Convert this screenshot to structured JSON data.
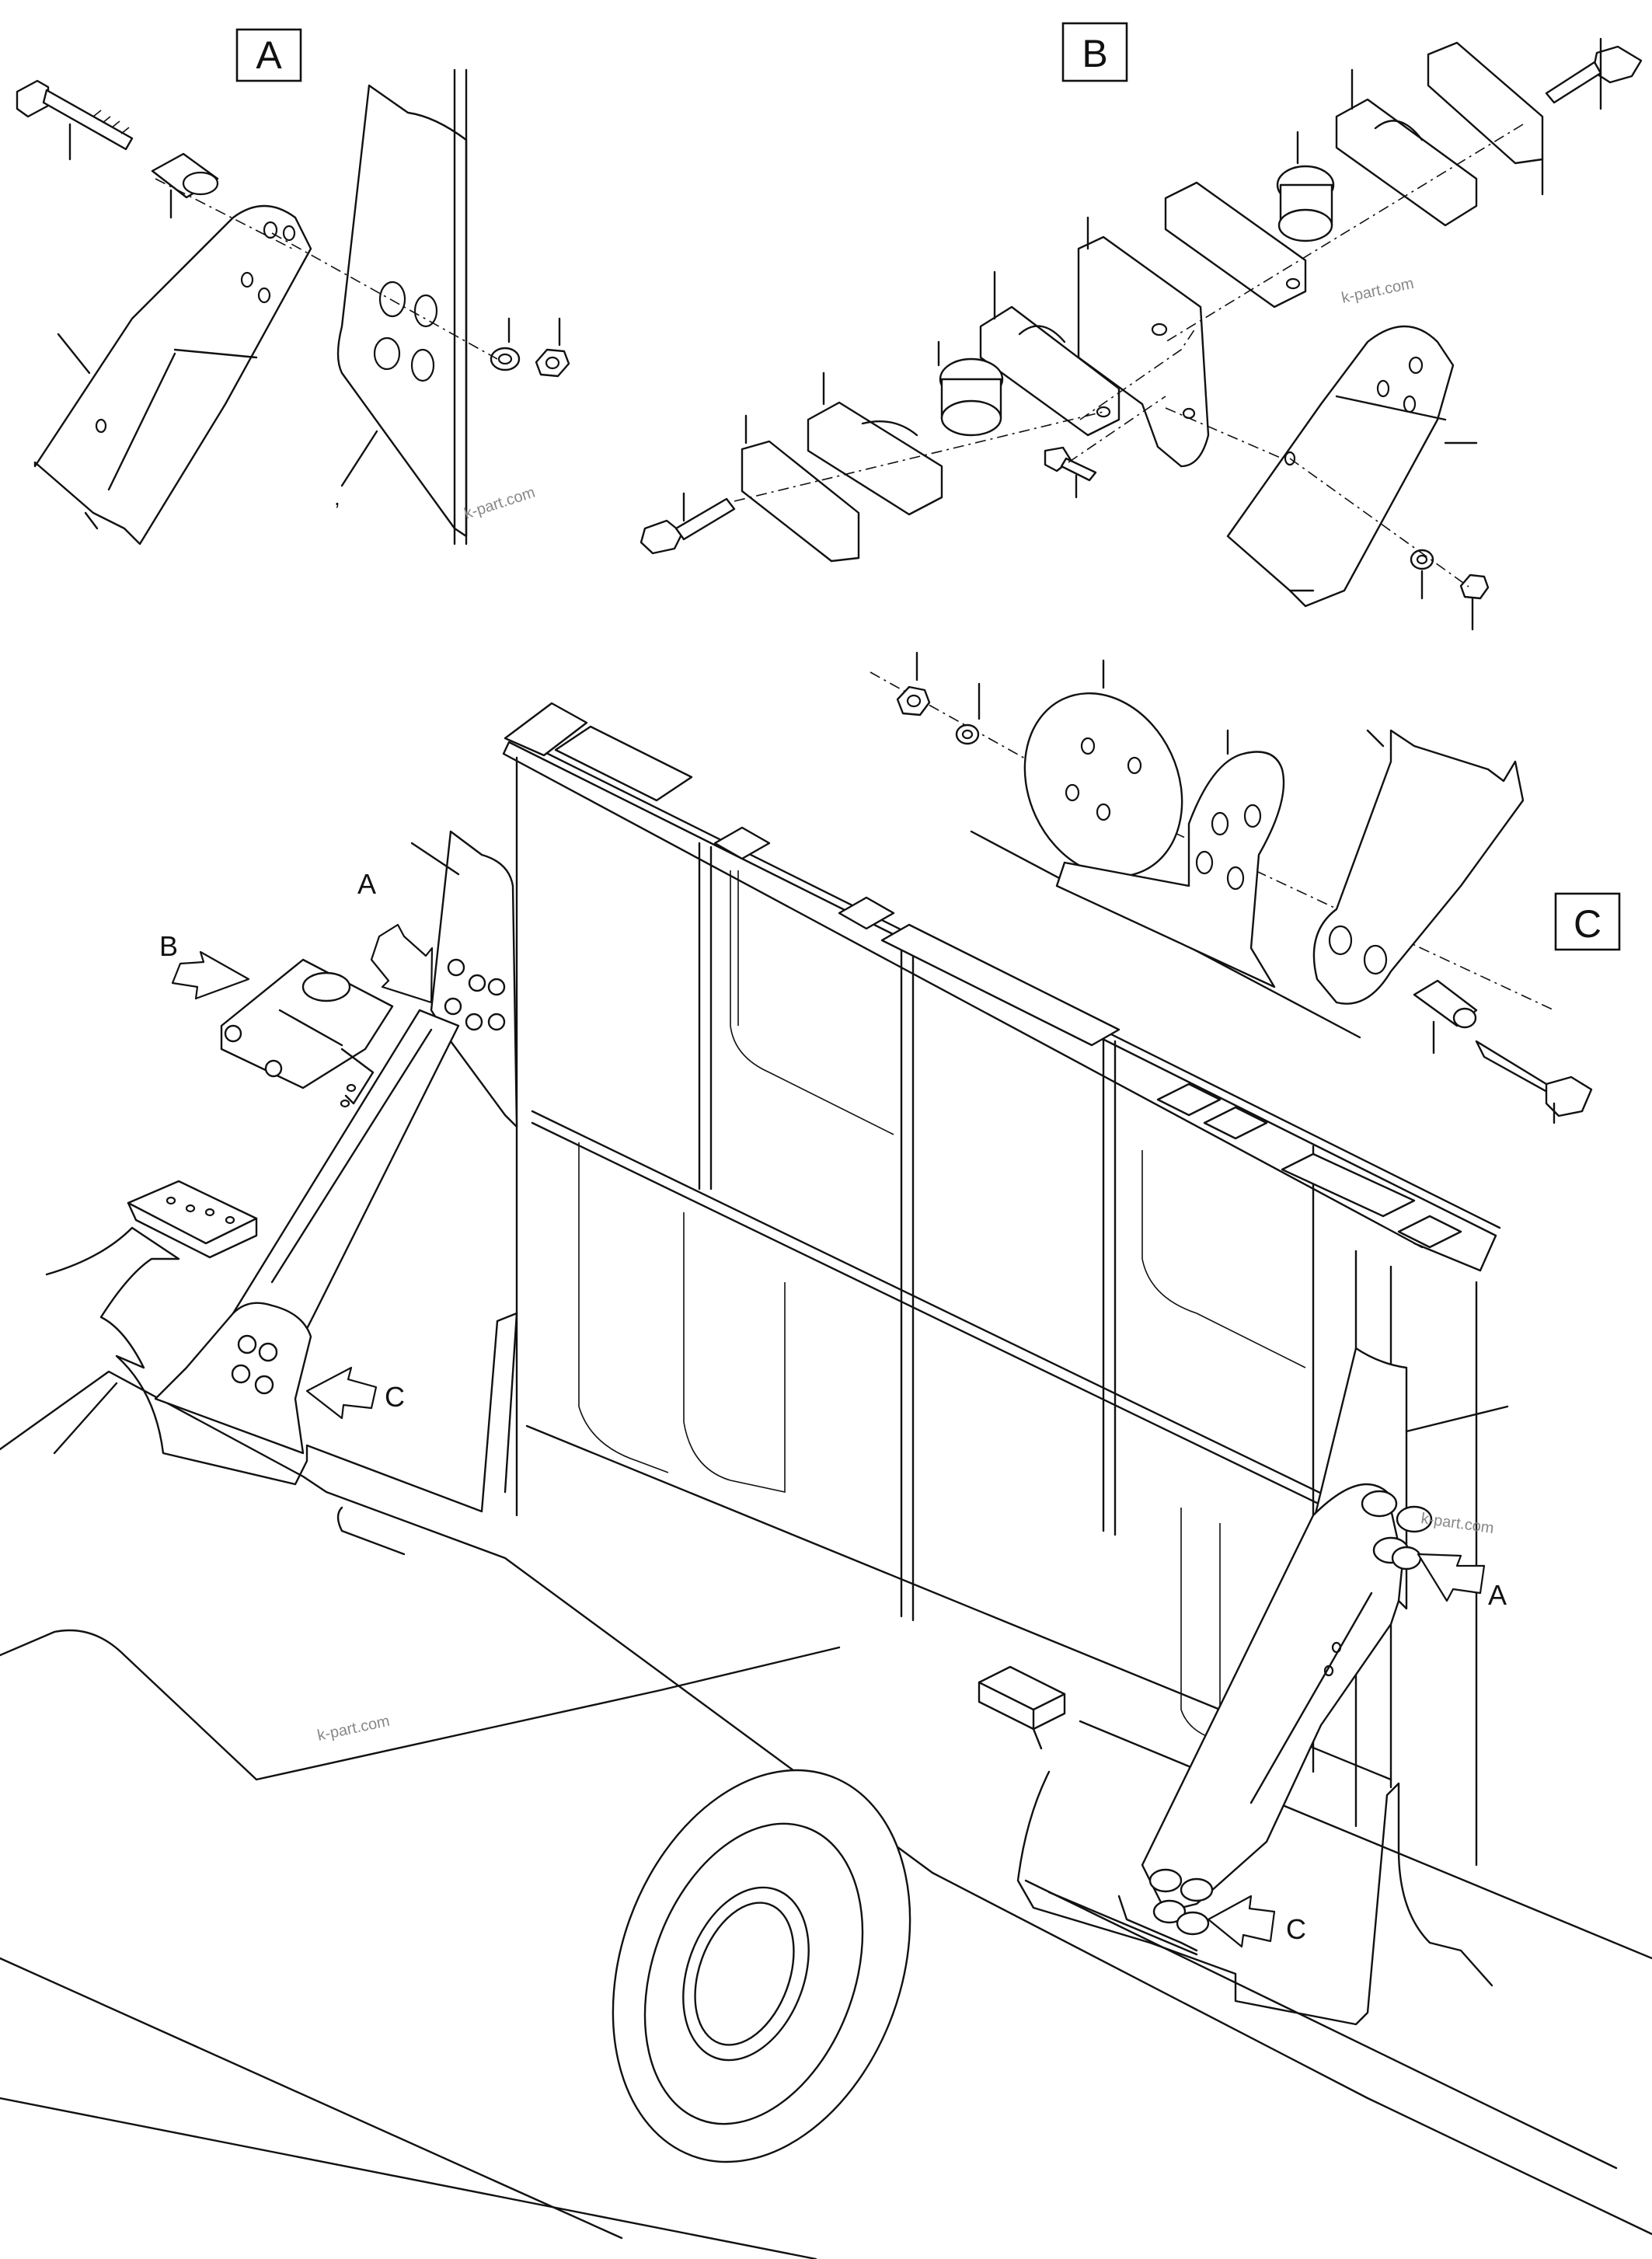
{
  "views": {
    "a": {
      "label": "A"
    },
    "b": {
      "label": "B"
    },
    "c": {
      "label": "C"
    }
  },
  "main_callouts": {
    "a_left": "A",
    "b_left": "B",
    "c_left": "C",
    "a_right": "A",
    "c_right": "C"
  },
  "stray_mark": ",",
  "watermarks": [
    "k-part.com",
    "k-part.com",
    "k-part.com",
    "k-part.com"
  ]
}
